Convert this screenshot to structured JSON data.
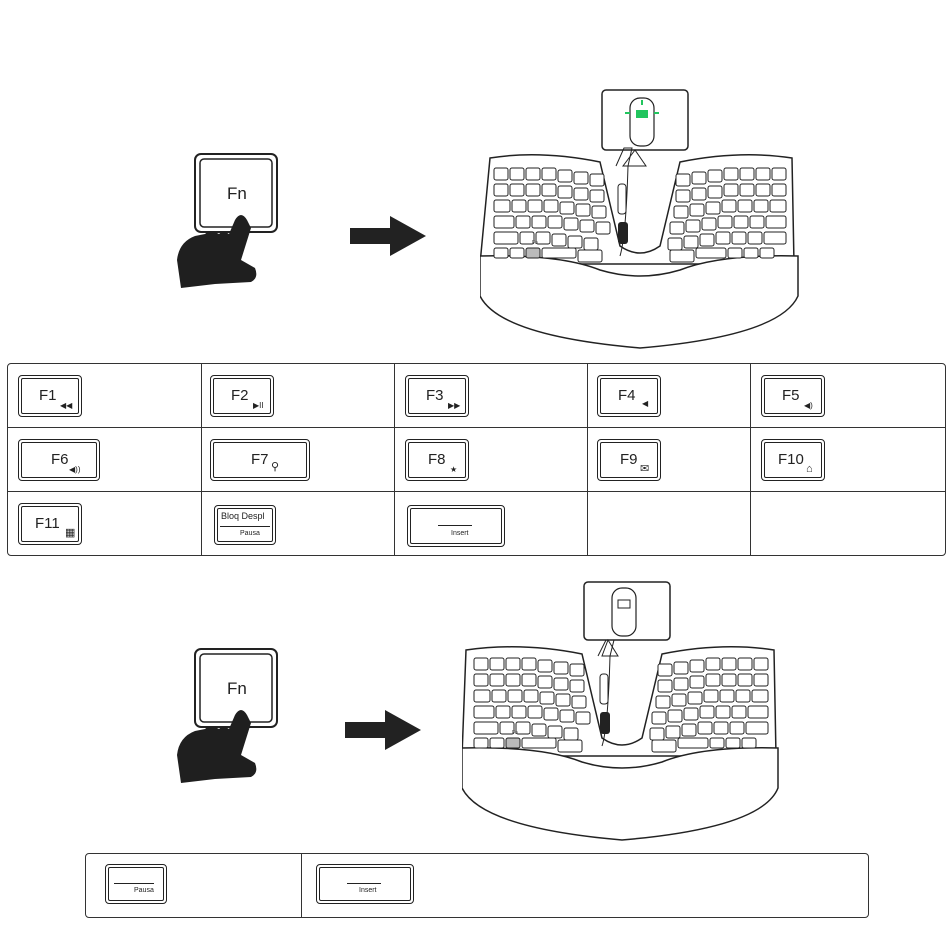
{
  "fn_key": {
    "label": "Fn"
  },
  "keyboard_fn_label": "Fn",
  "table1": {
    "row1": [
      {
        "label": "F1",
        "icon": "◀◀"
      },
      {
        "label": "F2",
        "icon": "▶II"
      },
      {
        "label": "F3",
        "icon": "▶▶"
      },
      {
        "label": "F4",
        "icon": "◀"
      },
      {
        "label": "F5",
        "icon": "◀)"
      }
    ],
    "row2": [
      {
        "label": "F6",
        "icon": "◀))"
      },
      {
        "label": "F7",
        "icon": "⚲"
      },
      {
        "label": "F8",
        "icon": "★"
      },
      {
        "label": "F9",
        "icon": "✉"
      },
      {
        "label": "F10",
        "icon": "⌂"
      }
    ],
    "row3": [
      {
        "label": "F11",
        "icon": "▦"
      },
      {
        "label": "Bloq Despl",
        "sub": "Pausa"
      },
      {
        "label": "Insert"
      }
    ]
  },
  "table2": [
    {
      "label": "Pausa"
    },
    {
      "label": "Insert"
    }
  ],
  "colors": {
    "stroke": "#222222",
    "led": "#22c55e",
    "hand": "#1f1f1f"
  },
  "icons": [
    "hand-pointer-icon",
    "arrow-right-icon",
    "keyboard-illustration",
    "led-indicator-icon"
  ]
}
